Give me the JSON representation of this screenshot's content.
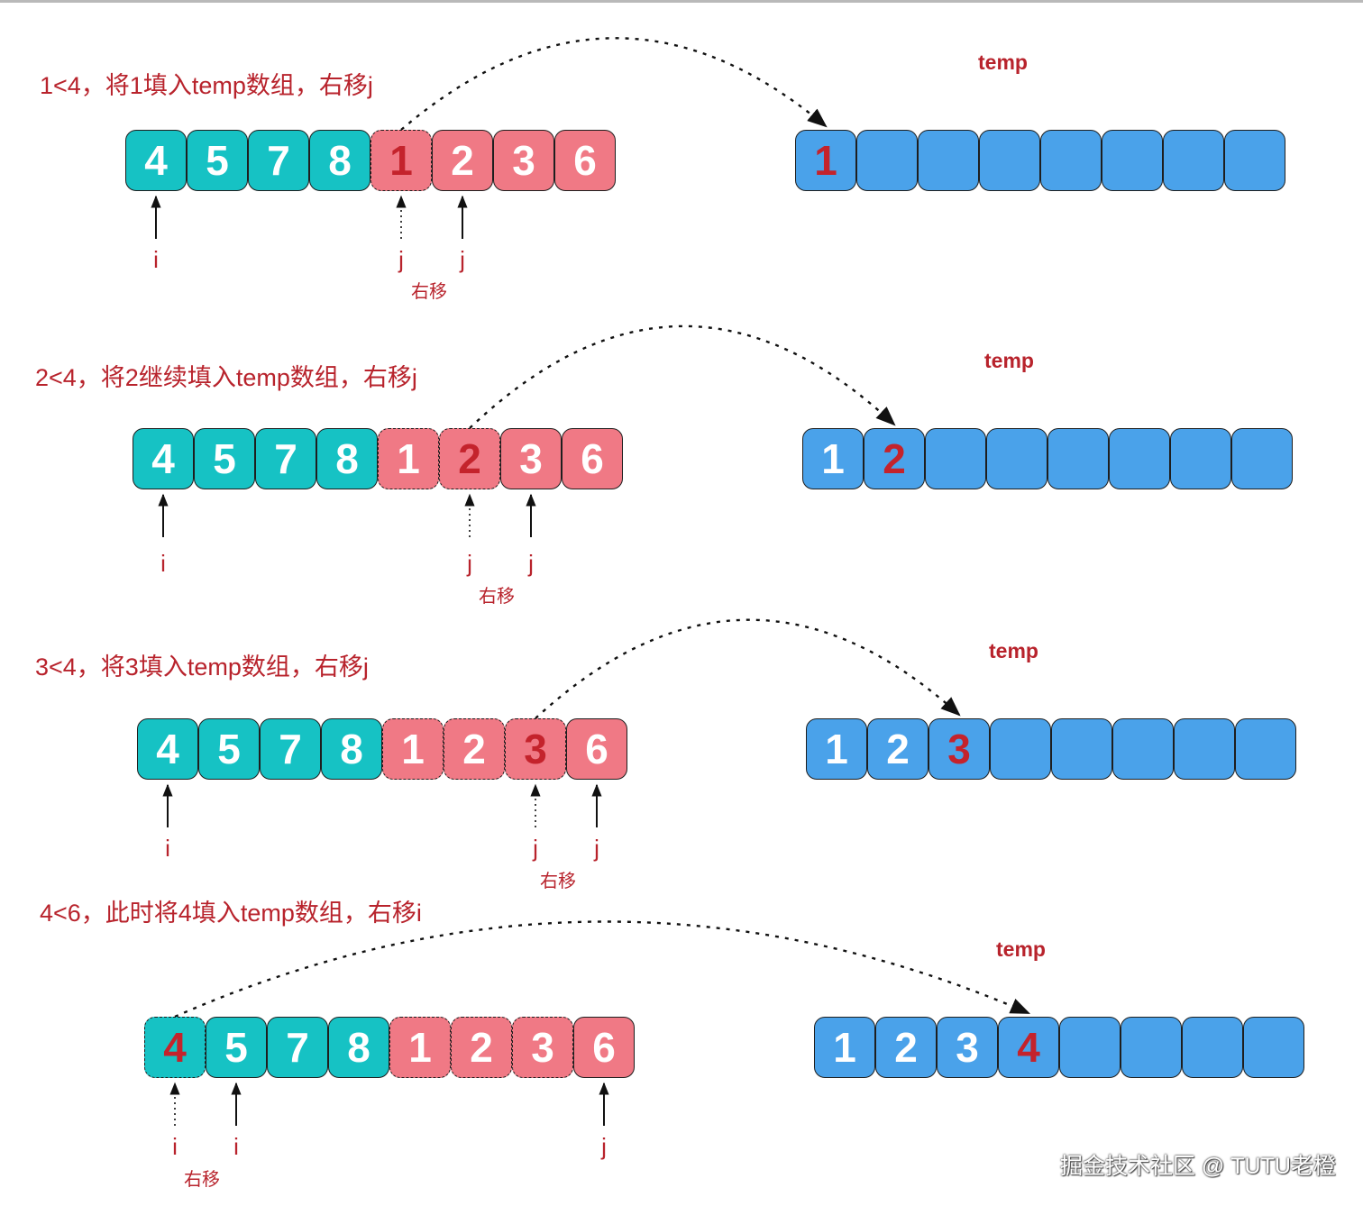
{
  "colors": {
    "teal": "#16c2c4",
    "pink": "#f07985",
    "blue": "#4aa2ea",
    "annotation_red": "#b8232c"
  },
  "steps": [
    {
      "caption": "1<4，将1填入temp数组，右移j",
      "temp_label": "temp",
      "array": [
        {
          "v": "4",
          "color": "teal",
          "style": "solid",
          "hl": false
        },
        {
          "v": "5",
          "color": "teal",
          "style": "solid",
          "hl": false
        },
        {
          "v": "7",
          "color": "teal",
          "style": "solid",
          "hl": false
        },
        {
          "v": "8",
          "color": "teal",
          "style": "solid",
          "hl": false
        },
        {
          "v": "1",
          "color": "pink",
          "style": "dashed",
          "hl": true
        },
        {
          "v": "2",
          "color": "pink",
          "style": "solid",
          "hl": false
        },
        {
          "v": "3",
          "color": "pink",
          "style": "solid",
          "hl": false
        },
        {
          "v": "6",
          "color": "pink",
          "style": "solid",
          "hl": false
        }
      ],
      "temp": [
        {
          "v": "1",
          "hl": true
        },
        {
          "v": "",
          "hl": false
        },
        {
          "v": "",
          "hl": false
        },
        {
          "v": "",
          "hl": false
        },
        {
          "v": "",
          "hl": false
        },
        {
          "v": "",
          "hl": false
        },
        {
          "v": "",
          "hl": false
        },
        {
          "v": "",
          "hl": false
        }
      ],
      "pointers": [
        {
          "label": "i",
          "index": 0,
          "dotted": false
        },
        {
          "label": "j",
          "index": 4,
          "dotted": true
        },
        {
          "label": "j",
          "index": 5,
          "dotted": false
        }
      ],
      "note": "右移",
      "transfer": {
        "from_index": 4,
        "to_index": 0
      }
    },
    {
      "caption": "2<4，将2继续填入temp数组，右移j",
      "temp_label": "temp",
      "array": [
        {
          "v": "4",
          "color": "teal",
          "style": "solid",
          "hl": false
        },
        {
          "v": "5",
          "color": "teal",
          "style": "solid",
          "hl": false
        },
        {
          "v": "7",
          "color": "teal",
          "style": "solid",
          "hl": false
        },
        {
          "v": "8",
          "color": "teal",
          "style": "solid",
          "hl": false
        },
        {
          "v": "1",
          "color": "pink",
          "style": "dashed",
          "hl": false
        },
        {
          "v": "2",
          "color": "pink",
          "style": "dashed",
          "hl": true
        },
        {
          "v": "3",
          "color": "pink",
          "style": "solid",
          "hl": false
        },
        {
          "v": "6",
          "color": "pink",
          "style": "solid",
          "hl": false
        }
      ],
      "temp": [
        {
          "v": "1",
          "hl": false
        },
        {
          "v": "2",
          "hl": true
        },
        {
          "v": "",
          "hl": false
        },
        {
          "v": "",
          "hl": false
        },
        {
          "v": "",
          "hl": false
        },
        {
          "v": "",
          "hl": false
        },
        {
          "v": "",
          "hl": false
        },
        {
          "v": "",
          "hl": false
        }
      ],
      "pointers": [
        {
          "label": "i",
          "index": 0,
          "dotted": false
        },
        {
          "label": "j",
          "index": 5,
          "dotted": true
        },
        {
          "label": "j",
          "index": 6,
          "dotted": false
        }
      ],
      "note": "右移",
      "transfer": {
        "from_index": 5,
        "to_index": 1
      }
    },
    {
      "caption": "3<4，将3填入temp数组，右移j",
      "temp_label": "temp",
      "array": [
        {
          "v": "4",
          "color": "teal",
          "style": "solid",
          "hl": false
        },
        {
          "v": "5",
          "color": "teal",
          "style": "solid",
          "hl": false
        },
        {
          "v": "7",
          "color": "teal",
          "style": "solid",
          "hl": false
        },
        {
          "v": "8",
          "color": "teal",
          "style": "solid",
          "hl": false
        },
        {
          "v": "1",
          "color": "pink",
          "style": "dashed",
          "hl": false
        },
        {
          "v": "2",
          "color": "pink",
          "style": "dashed",
          "hl": false
        },
        {
          "v": "3",
          "color": "pink",
          "style": "dashed",
          "hl": true
        },
        {
          "v": "6",
          "color": "pink",
          "style": "solid",
          "hl": false
        }
      ],
      "temp": [
        {
          "v": "1",
          "hl": false
        },
        {
          "v": "2",
          "hl": false
        },
        {
          "v": "3",
          "hl": true
        },
        {
          "v": "",
          "hl": false
        },
        {
          "v": "",
          "hl": false
        },
        {
          "v": "",
          "hl": false
        },
        {
          "v": "",
          "hl": false
        },
        {
          "v": "",
          "hl": false
        }
      ],
      "pointers": [
        {
          "label": "i",
          "index": 0,
          "dotted": false
        },
        {
          "label": "j",
          "index": 6,
          "dotted": true
        },
        {
          "label": "j",
          "index": 7,
          "dotted": false
        }
      ],
      "note": "右移",
      "transfer": {
        "from_index": 6,
        "to_index": 2
      }
    },
    {
      "caption": "4<6，此时将4填入temp数组，右移i",
      "temp_label": "temp",
      "array": [
        {
          "v": "4",
          "color": "teal",
          "style": "dashed",
          "hl": true
        },
        {
          "v": "5",
          "color": "teal",
          "style": "solid",
          "hl": false
        },
        {
          "v": "7",
          "color": "teal",
          "style": "solid",
          "hl": false
        },
        {
          "v": "8",
          "color": "teal",
          "style": "solid",
          "hl": false
        },
        {
          "v": "1",
          "color": "pink",
          "style": "dashed",
          "hl": false
        },
        {
          "v": "2",
          "color": "pink",
          "style": "dashed",
          "hl": false
        },
        {
          "v": "3",
          "color": "pink",
          "style": "dashed",
          "hl": false
        },
        {
          "v": "6",
          "color": "pink",
          "style": "solid",
          "hl": false
        }
      ],
      "temp": [
        {
          "v": "1",
          "hl": false
        },
        {
          "v": "2",
          "hl": false
        },
        {
          "v": "3",
          "hl": false
        },
        {
          "v": "4",
          "hl": true
        },
        {
          "v": "",
          "hl": false
        },
        {
          "v": "",
          "hl": false
        },
        {
          "v": "",
          "hl": false
        },
        {
          "v": "",
          "hl": false
        }
      ],
      "pointers": [
        {
          "label": "i",
          "index": 0,
          "dotted": true
        },
        {
          "label": "i",
          "index": 1,
          "dotted": false
        },
        {
          "label": "j",
          "index": 7,
          "dotted": false
        }
      ],
      "note": "右移",
      "transfer": {
        "from_index": 0,
        "to_index": 3
      }
    }
  ],
  "watermark": "掘金技术社区 @ TUTU老橙"
}
